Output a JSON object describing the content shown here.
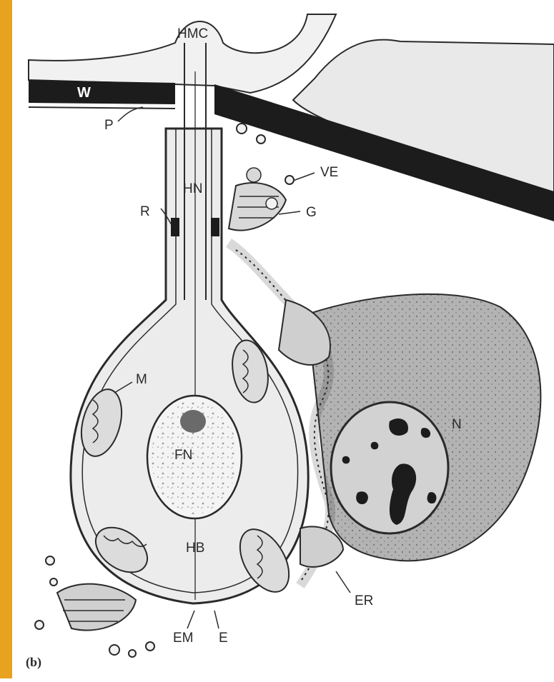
{
  "labels": {
    "hmc": "HMC",
    "w": "W",
    "p": "P",
    "ve": "VE",
    "hn": "HN",
    "r": "R",
    "g": "G",
    "m": "M",
    "n": "N",
    "fn": "FN",
    "hb": "HB",
    "er": "ER",
    "em": "EM",
    "e": "E",
    "panel": "(b)"
  },
  "colors": {
    "frame": "#e7a21f",
    "wall": "#1c1c1c",
    "ink": "#2a2a2a",
    "cytoplasm": "#ececec",
    "neighbour_cell": "#b3b3b3",
    "nucleus": "#d2d2d2"
  }
}
